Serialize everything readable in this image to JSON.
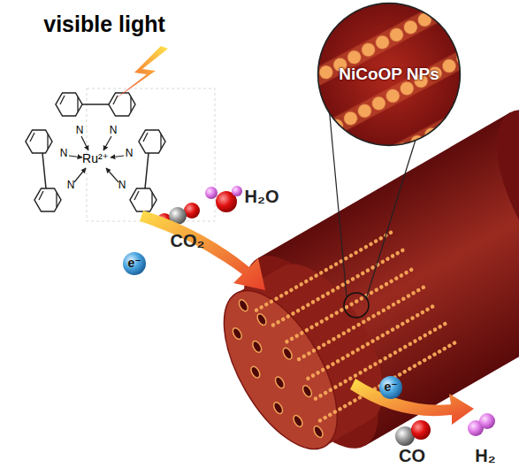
{
  "diagram": {
    "nodes": [
      {
        "text": [
          "NiCoOP NPs"
        ]
      }
    ],
    "labels": [
      "visible light",
      "Ru²⁺",
      "N",
      "N",
      "N",
      "N",
      "N",
      "N",
      "CO₂",
      "H₂O",
      "e⁻",
      "e⁻",
      "CO",
      "H₂"
    ]
  }
}
